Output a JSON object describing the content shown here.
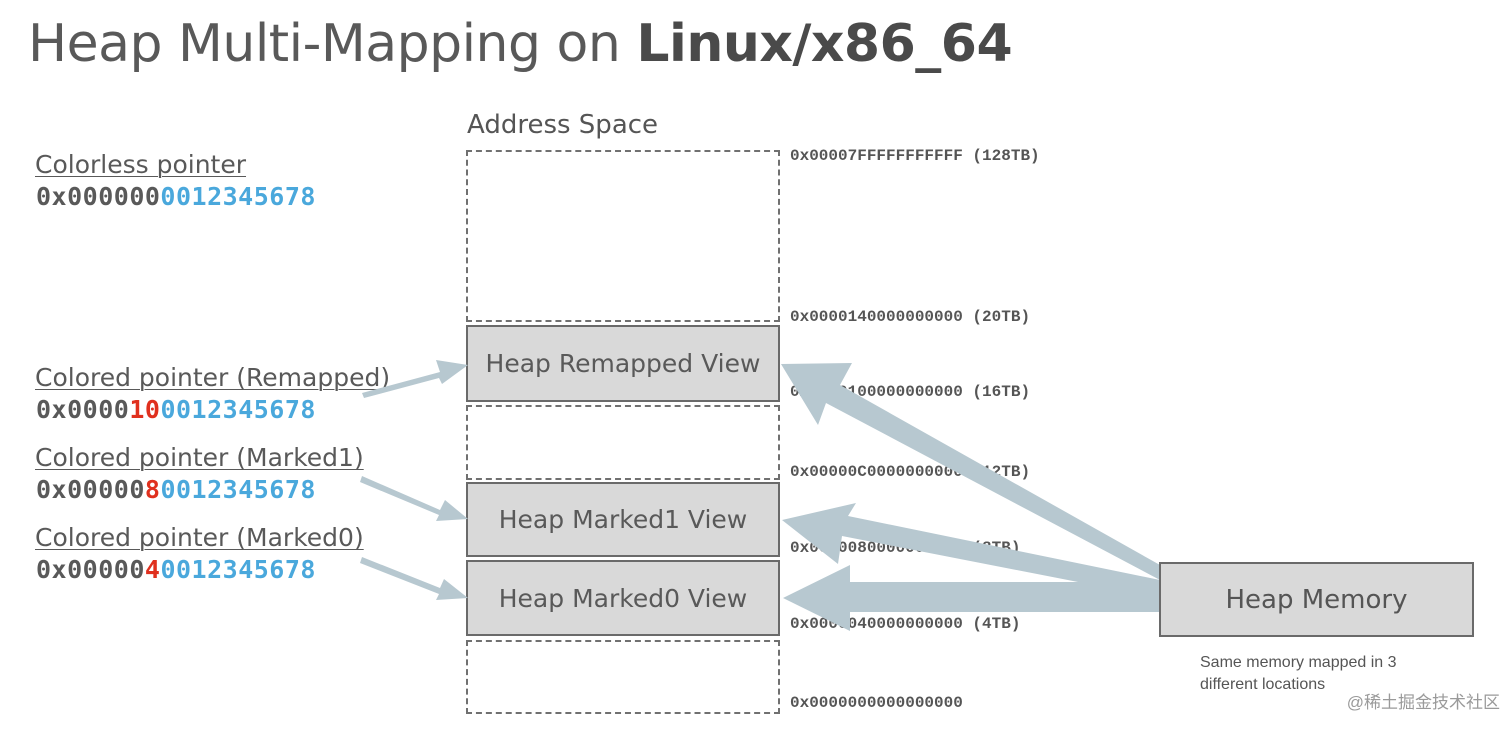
{
  "title": {
    "prefix": "Heap Multi-Mapping on ",
    "bold": "Linux/x86_64"
  },
  "address_space_label": "Address Space",
  "pointers": [
    {
      "label": "Colorless pointer",
      "prefix": "0x",
      "zeros": "000000",
      "color_bits": "",
      "suffix": "0012345678"
    },
    {
      "label": "Colored pointer (Remapped)",
      "prefix": "0x",
      "zeros": "0000",
      "color_bits": "10",
      "suffix": "0012345678"
    },
    {
      "label": "Colored pointer (Marked1)",
      "prefix": "0x",
      "zeros": "00000",
      "color_bits": "8",
      "suffix": "0012345678"
    },
    {
      "label": "Colored pointer (Marked0)",
      "prefix": "0x",
      "zeros": "00000",
      "color_bits": "4",
      "suffix": "0012345678"
    }
  ],
  "views": {
    "remapped": "Heap Remapped View",
    "marked1": "Heap Marked1 View",
    "marked0": "Heap Marked0 View"
  },
  "addresses": [
    "0x00007FFFFFFFFFFF (128TB)",
    "0x0000140000000000 (20TB)",
    "0x0000100000000000 (16TB)",
    "0x00000C0000000000 (12TB)",
    "0x0000080000000000 (8TB)",
    "0x0000040000000000 (4TB)",
    "0x0000000000000000"
  ],
  "heap_memory": "Heap Memory",
  "note": "Same memory mapped in 3 different locations",
  "watermark": "@稀土掘金技术社区",
  "colors": {
    "arrow": "#b7c8d0",
    "pointer_blue": "#4aa8dc",
    "pointer_red": "#e0301e",
    "box_fill": "#d9d9d9"
  }
}
